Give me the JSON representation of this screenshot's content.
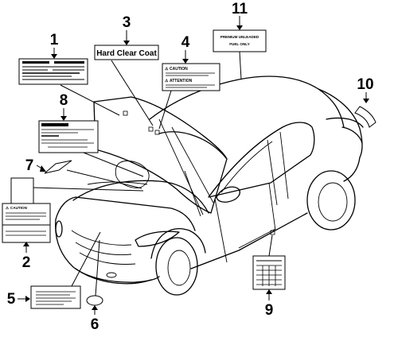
{
  "figure": {
    "callouts": [
      {
        "id": 1,
        "text": "1"
      },
      {
        "id": 2,
        "text": "2"
      },
      {
        "id": 3,
        "text": "3"
      },
      {
        "id": 4,
        "text": "4"
      },
      {
        "id": 5,
        "text": "5"
      },
      {
        "id": 6,
        "text": "6"
      },
      {
        "id": 7,
        "text": "7"
      },
      {
        "id": 8,
        "text": "8"
      },
      {
        "id": 9,
        "text": "9"
      },
      {
        "id": 10,
        "text": "10"
      },
      {
        "id": 11,
        "text": "11"
      }
    ],
    "labels": {
      "hard_clear_coat": "Hard Clear Coat",
      "caution": "CAUTION",
      "attention": "ATTENTION",
      "fuel_line1": "PREMIUM UNLEADED",
      "fuel_line2": "FUEL ONLY",
      "caution_2": "CAUTION"
    }
  }
}
